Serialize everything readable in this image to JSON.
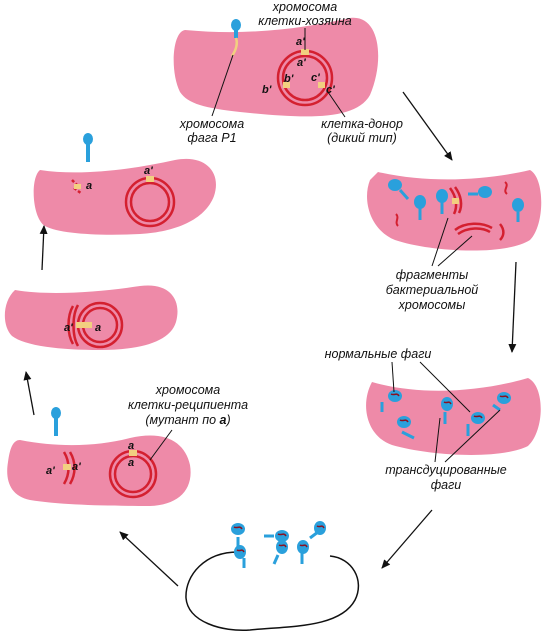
{
  "labels": {
    "host_chromosome_line1": "хромосома",
    "host_chromosome_line2": "клетки-хозяина",
    "phage_chromosome_line1": "хромосома",
    "phage_chromosome_line2": "фага P1",
    "donor_line1": "клетка-донор",
    "donor_line2": "(дикий тип)",
    "fragments_line1": "фрагменты",
    "fragments_line2": "бактериальной",
    "fragments_line3": "хромосомы",
    "normal_phages": "нормальные фаги",
    "transduced_line1": "трансдуцированные",
    "transduced_line2": "фаги",
    "recipient_line1": "хромосома",
    "recipient_line2": "клетки-реципиента",
    "recipient_line3_prefix": "(мутант по ",
    "recipient_line3_gene": "a",
    "recipient_line3_suffix": ")"
  },
  "markers": {
    "a_prime": "a'",
    "b_prime": "b'",
    "c_prime": "c'",
    "a": "a"
  },
  "colors": {
    "cell": "#ee8aa8",
    "chromosome": "#d42030",
    "gene": "#f2d080",
    "phage": "#2aa0dc",
    "phage_dna": "#8b1020",
    "arrow": "#111111"
  }
}
